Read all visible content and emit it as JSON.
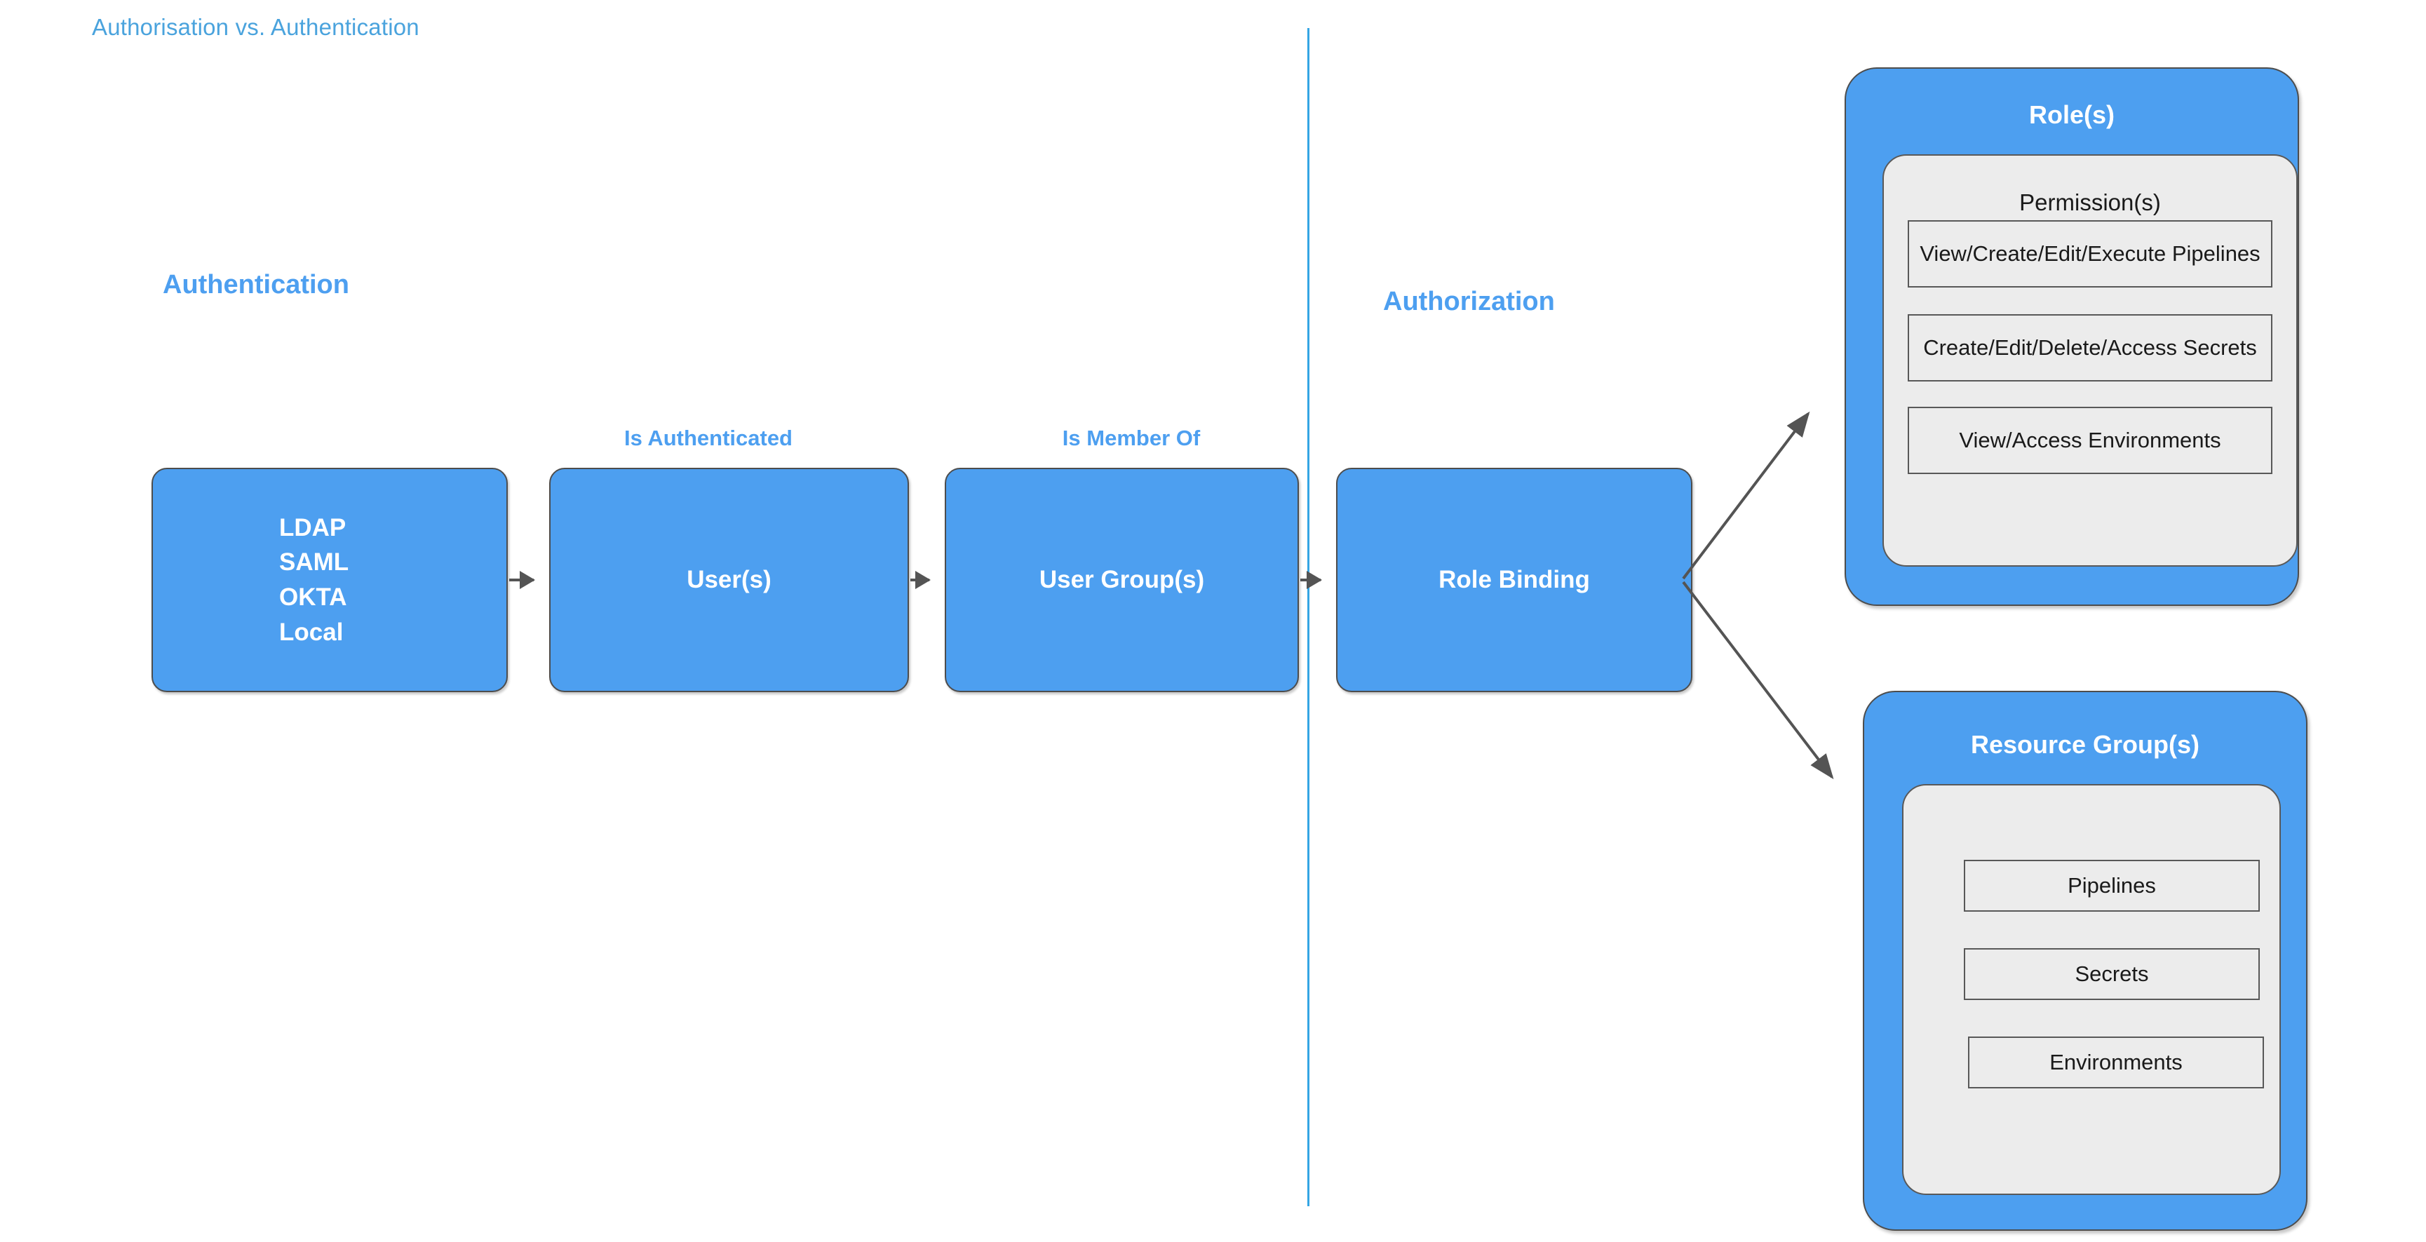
{
  "title": "Authorisation vs. Authentication",
  "colors": {
    "brand_blue": "#4d9ff0",
    "title_blue": "#4aa3dd",
    "divider_blue": "#35a5e4",
    "panel_gray": "#ececec",
    "border_dark": "#4d4d4d",
    "arrow_gray": "#545454",
    "text_white": "#ffffff",
    "text_dark": "#1a1a1a"
  },
  "sections": {
    "authentication_heading": "Authentication",
    "authorization_heading": "Authorization"
  },
  "flow": {
    "boxes": [
      {
        "id": "identity-providers",
        "lines": [
          "LDAP",
          "SAML",
          "OKTA",
          "Local"
        ]
      },
      {
        "id": "users",
        "label": "User(s)"
      },
      {
        "id": "user-groups",
        "label": "User Group(s)"
      },
      {
        "id": "role-binding",
        "label": "Role Binding"
      }
    ],
    "edge_labels": {
      "is_authenticated": "Is Authenticated",
      "is_member_of": "Is Member Of"
    }
  },
  "roles_card": {
    "title": "Role(s)",
    "panel_heading": "Permission(s)",
    "permissions": [
      "View/Create/Edit/Execute Pipelines",
      "Create/Edit/Delete/Access Secrets",
      "View/Access Environments"
    ]
  },
  "resource_groups_card": {
    "title": "Resource Group(s)",
    "resources": [
      "Pipelines",
      "Secrets",
      "Environments"
    ]
  }
}
